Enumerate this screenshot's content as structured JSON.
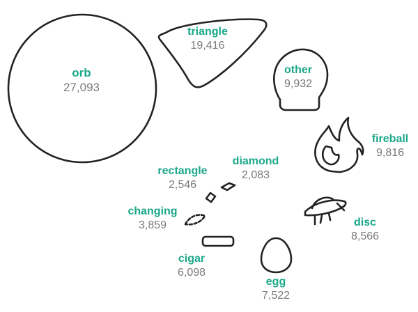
{
  "chart_data": {
    "type": "bubble",
    "title": "",
    "series": [
      {
        "category": "orb",
        "value": 27093,
        "value_label": "27,093",
        "icon": "circle"
      },
      {
        "category": "triangle",
        "value": 19416,
        "value_label": "19,416",
        "icon": "triangle"
      },
      {
        "category": "other",
        "value": 9932,
        "value_label": "9,932",
        "icon": "bulb-shape"
      },
      {
        "category": "fireball",
        "value": 9816,
        "value_label": "9,816",
        "icon": "flame"
      },
      {
        "category": "disc",
        "value": 8566,
        "value_label": "8,566",
        "icon": "flying-saucer"
      },
      {
        "category": "egg",
        "value": 7522,
        "value_label": "7,522",
        "icon": "egg"
      },
      {
        "category": "cigar",
        "value": 6098,
        "value_label": "6,098",
        "icon": "cigar"
      },
      {
        "category": "changing",
        "value": 3859,
        "value_label": "3,859",
        "icon": "dashed-lens"
      },
      {
        "category": "rectangle",
        "value": 2546,
        "value_label": "2,546",
        "icon": "rectangle"
      },
      {
        "category": "diamond",
        "value": 2083,
        "value_label": "2,083",
        "icon": "diamond"
      }
    ],
    "colors": {
      "label": "#1aa88a",
      "value": "#7a7a7a",
      "outline": "#222222"
    }
  }
}
